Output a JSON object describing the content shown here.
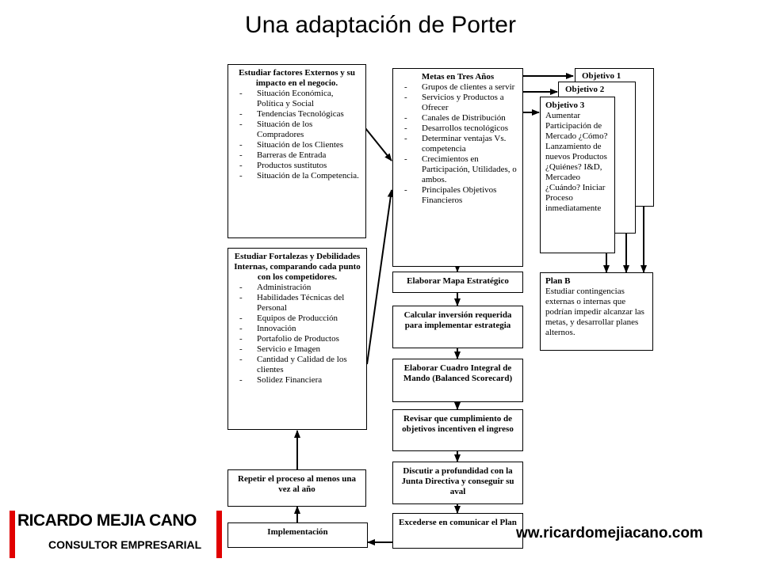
{
  "title": "Una adaptación de Porter",
  "externos": {
    "heading": "Estudiar factores Externos y su impacto en el negocio.",
    "items": [
      "Situación Económica, Política y Social",
      "Tendencias Tecnológicas",
      "Situación de los Compradores",
      "Situación de los Clientes",
      "Barreras de Entrada",
      "Productos sustitutos",
      "Situación de la Competencia."
    ]
  },
  "internos": {
    "heading": "Estudiar Fortalezas y Debilidades Internas, comparando cada punto con los competidores.",
    "items": [
      "Administración",
      "Habilidades Técnicas del Personal",
      "Equipos de Producción",
      "Innovación",
      "Portafolio de Productos",
      "Servicio e Imagen",
      "Cantidad y Calidad de los clientes",
      "Solidez Financiera"
    ]
  },
  "metas": {
    "heading": "Metas en Tres Años",
    "items": [
      "Grupos de clientes a servir",
      "Servicios y Productos a Ofrecer",
      "Canales de Distribución",
      "Desarrollos tecnológicos",
      "Determinar ventajas Vs. competencia",
      "Crecimientos en Participación, Utilidades, o ambos.",
      "Principales Objetivos Financieros"
    ]
  },
  "objetivo1": {
    "heading": "Objetivo 1"
  },
  "objetivo2": {
    "heading": "Objetivo 2"
  },
  "objetivo3": {
    "heading": "Objetivo 3",
    "body": "Aumentar Participación de Mercado ¿Cómo? Lanzamiento de nuevos Productos ¿Quiénes? I&D, Mercadeo ¿Cuándo? Iniciar Proceso inmediatamente"
  },
  "planb": {
    "heading": "Plan B",
    "body": "Estudiar contingencias externas o internas que podrían impedir alcanzar las metas, y desarrollar planes alternos."
  },
  "steps": {
    "mapa": "Elaborar Mapa Estratégico",
    "inversion": "Calcular inversión requerida para implementar estrategia",
    "cuadro": "Elaborar Cuadro Integral de Mando (Balanced Scorecard)",
    "revisar": "Revisar que cumplimiento de objetivos incentiven el ingreso",
    "discutir": "Discutir a profundidad con la Junta Directiva y conseguir su aval",
    "comunicar": "Excederse en comunicar el Plan",
    "repetir": "Repetir el proceso al menos una vez al año",
    "implementacion": "Implementación"
  },
  "brand": {
    "name": "RICARDO MEJIA CANO",
    "subtitle": "CONSULTOR EMPRESARIAL",
    "website": "ww.ricardomejiacano.com"
  },
  "colors": {
    "accent": "#e10000",
    "line": "#000000"
  }
}
